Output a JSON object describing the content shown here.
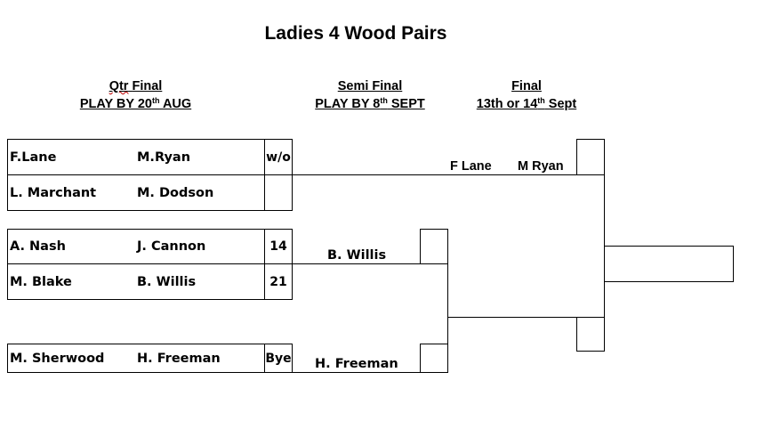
{
  "title": "Ladies 4 Wood Pairs",
  "rounds": {
    "qtr": {
      "line1_word1": "Qtr",
      "line1_word2": "Final",
      "line2_pre": "PLAY BY 20",
      "line2_sup": "th",
      "line2_post": " AUG"
    },
    "semi": {
      "line1": "Semi Final",
      "line2_pre": "PLAY BY 8",
      "line2_sup": "th",
      "line2_post": " SEPT"
    },
    "final": {
      "line1": "Final",
      "line2_pre": "13th or 14",
      "line2_sup": "th",
      "line2_post": " Sept"
    }
  },
  "qtr_matches": [
    {
      "team1": {
        "p1": "F.Lane",
        "p2": "M.Ryan",
        "score": "w/o"
      },
      "team2": {
        "p1": "L. Marchant",
        "p2": "M. Dodson",
        "score": ""
      }
    },
    {
      "team1": {
        "p1": "A. Nash",
        "p2": "J. Cannon",
        "score": "14"
      },
      "team2": {
        "p1": "M. Blake",
        "p2": "B. Willis",
        "score": "21"
      }
    },
    {
      "team1": {
        "p1": "M. Sherwood",
        "p2": "H. Freeman",
        "score": "Bye"
      }
    }
  ],
  "semi": {
    "winner1": "B. Willis",
    "winner2": "H. Freeman"
  },
  "final": {
    "p1": "F Lane",
    "p2": "M Ryan"
  }
}
